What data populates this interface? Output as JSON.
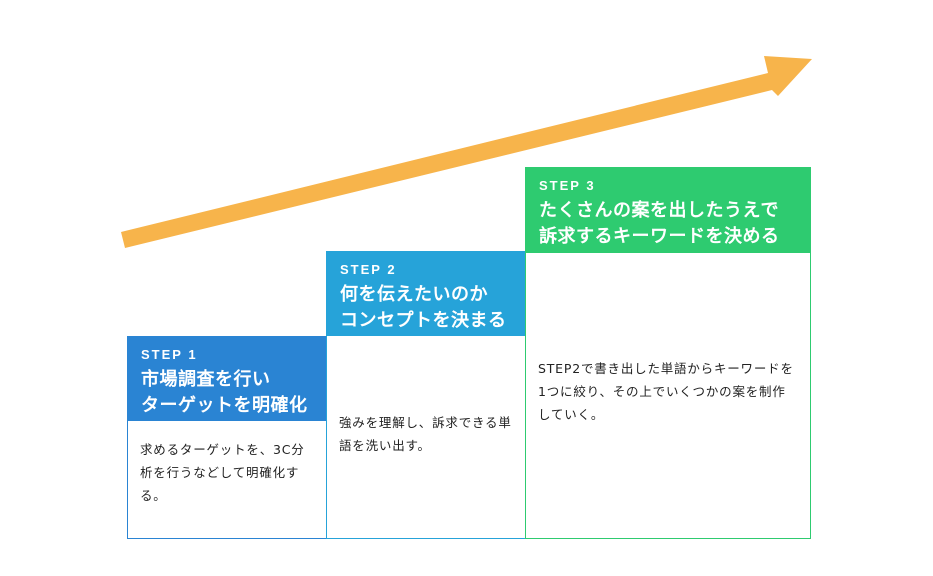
{
  "colors": {
    "arrow": "#f7b44b",
    "step1": "#2a84d3",
    "step2": "#26a3d9",
    "step3": "#2ecb70"
  },
  "steps": [
    {
      "label": "STEP 1",
      "title": "市場調査を行い\nターゲットを明確化",
      "body": "求めるターゲットを、3C分析を行うなどして明確化する。"
    },
    {
      "label": "STEP 2",
      "title": "何を伝えたいのか\nコンセプトを決まる",
      "body": "強みを理解し、訴求できる単語を洗い出す。"
    },
    {
      "label": "STEP 3",
      "title": "たくさんの案を出したうえで\n訴求するキーワードを決める",
      "body": "STEP2で書き出した単語からキーワードを1つに絞り、その上でいくつかの案を制作していく。"
    }
  ]
}
